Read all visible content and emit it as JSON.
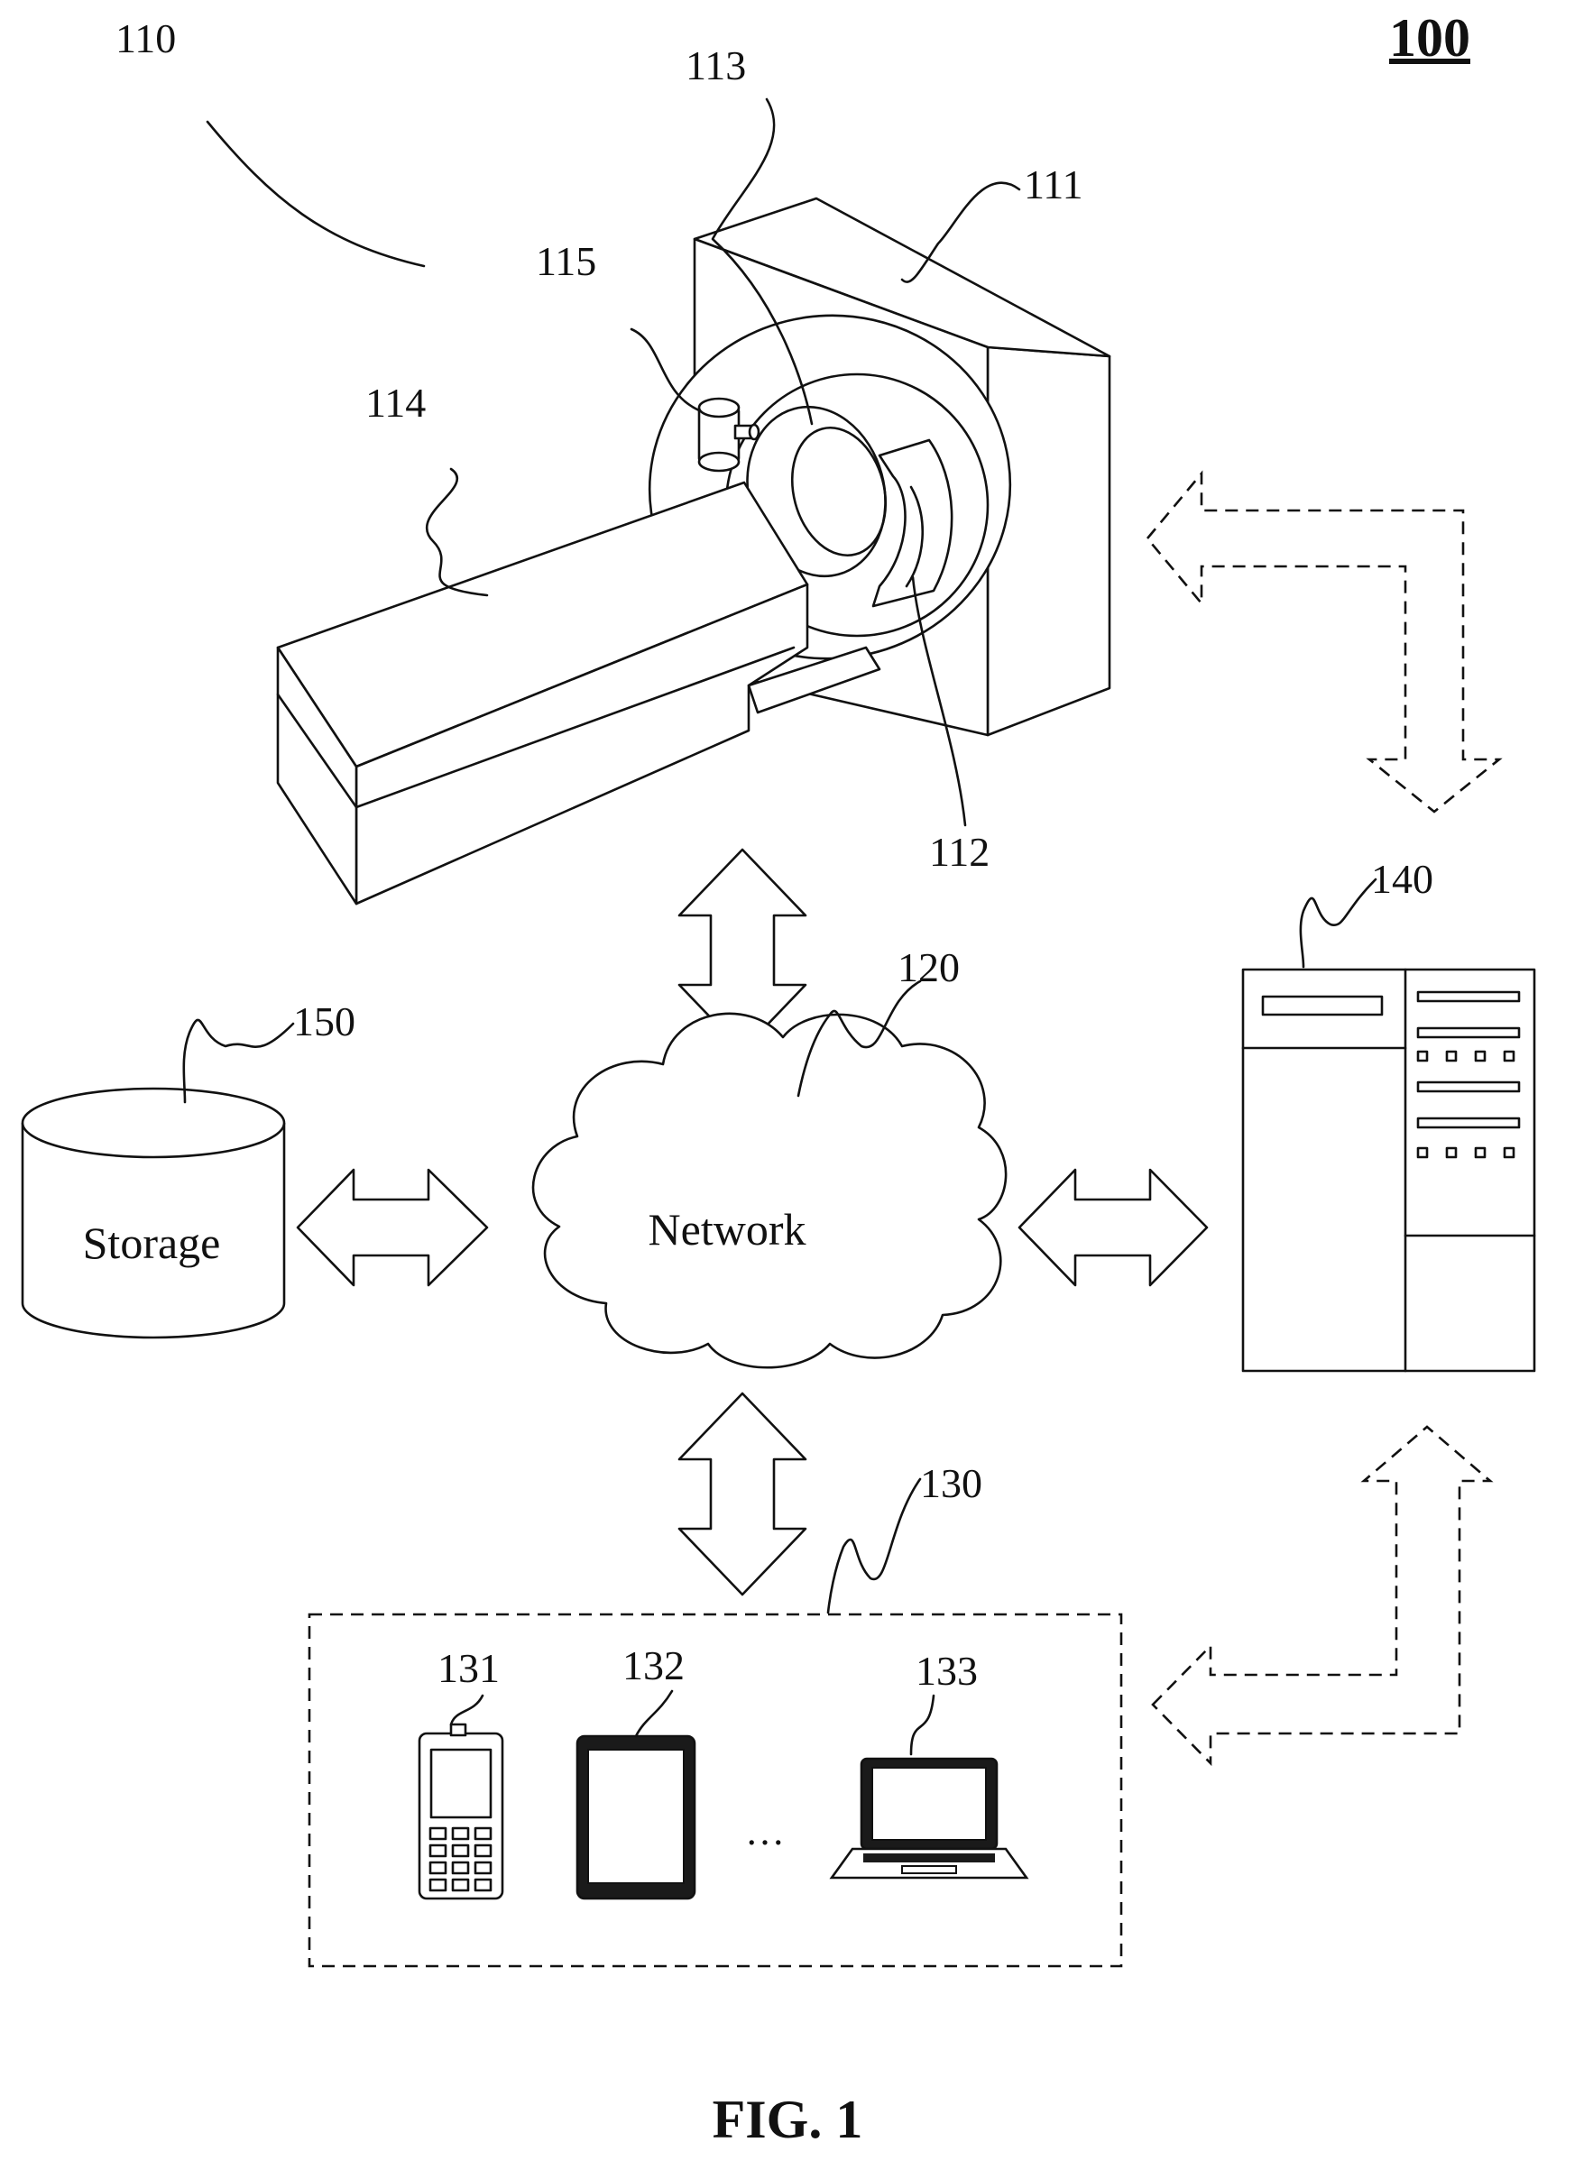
{
  "figure_number": "100",
  "caption": "FIG. 1",
  "scanner": {
    "system_ref": "110",
    "gantry_ref": "111",
    "detector_ref": "112",
    "bore_ref": "113",
    "table_ref": "114",
    "source_ref": "115"
  },
  "network": {
    "ref": "120",
    "label": "Network"
  },
  "terminals": {
    "group_ref": "130",
    "phone_ref": "131",
    "tablet_ref": "132",
    "laptop_ref": "133",
    "ellipsis": "…"
  },
  "processing_device": {
    "ref": "140"
  },
  "storage": {
    "ref": "150",
    "label": "Storage"
  }
}
